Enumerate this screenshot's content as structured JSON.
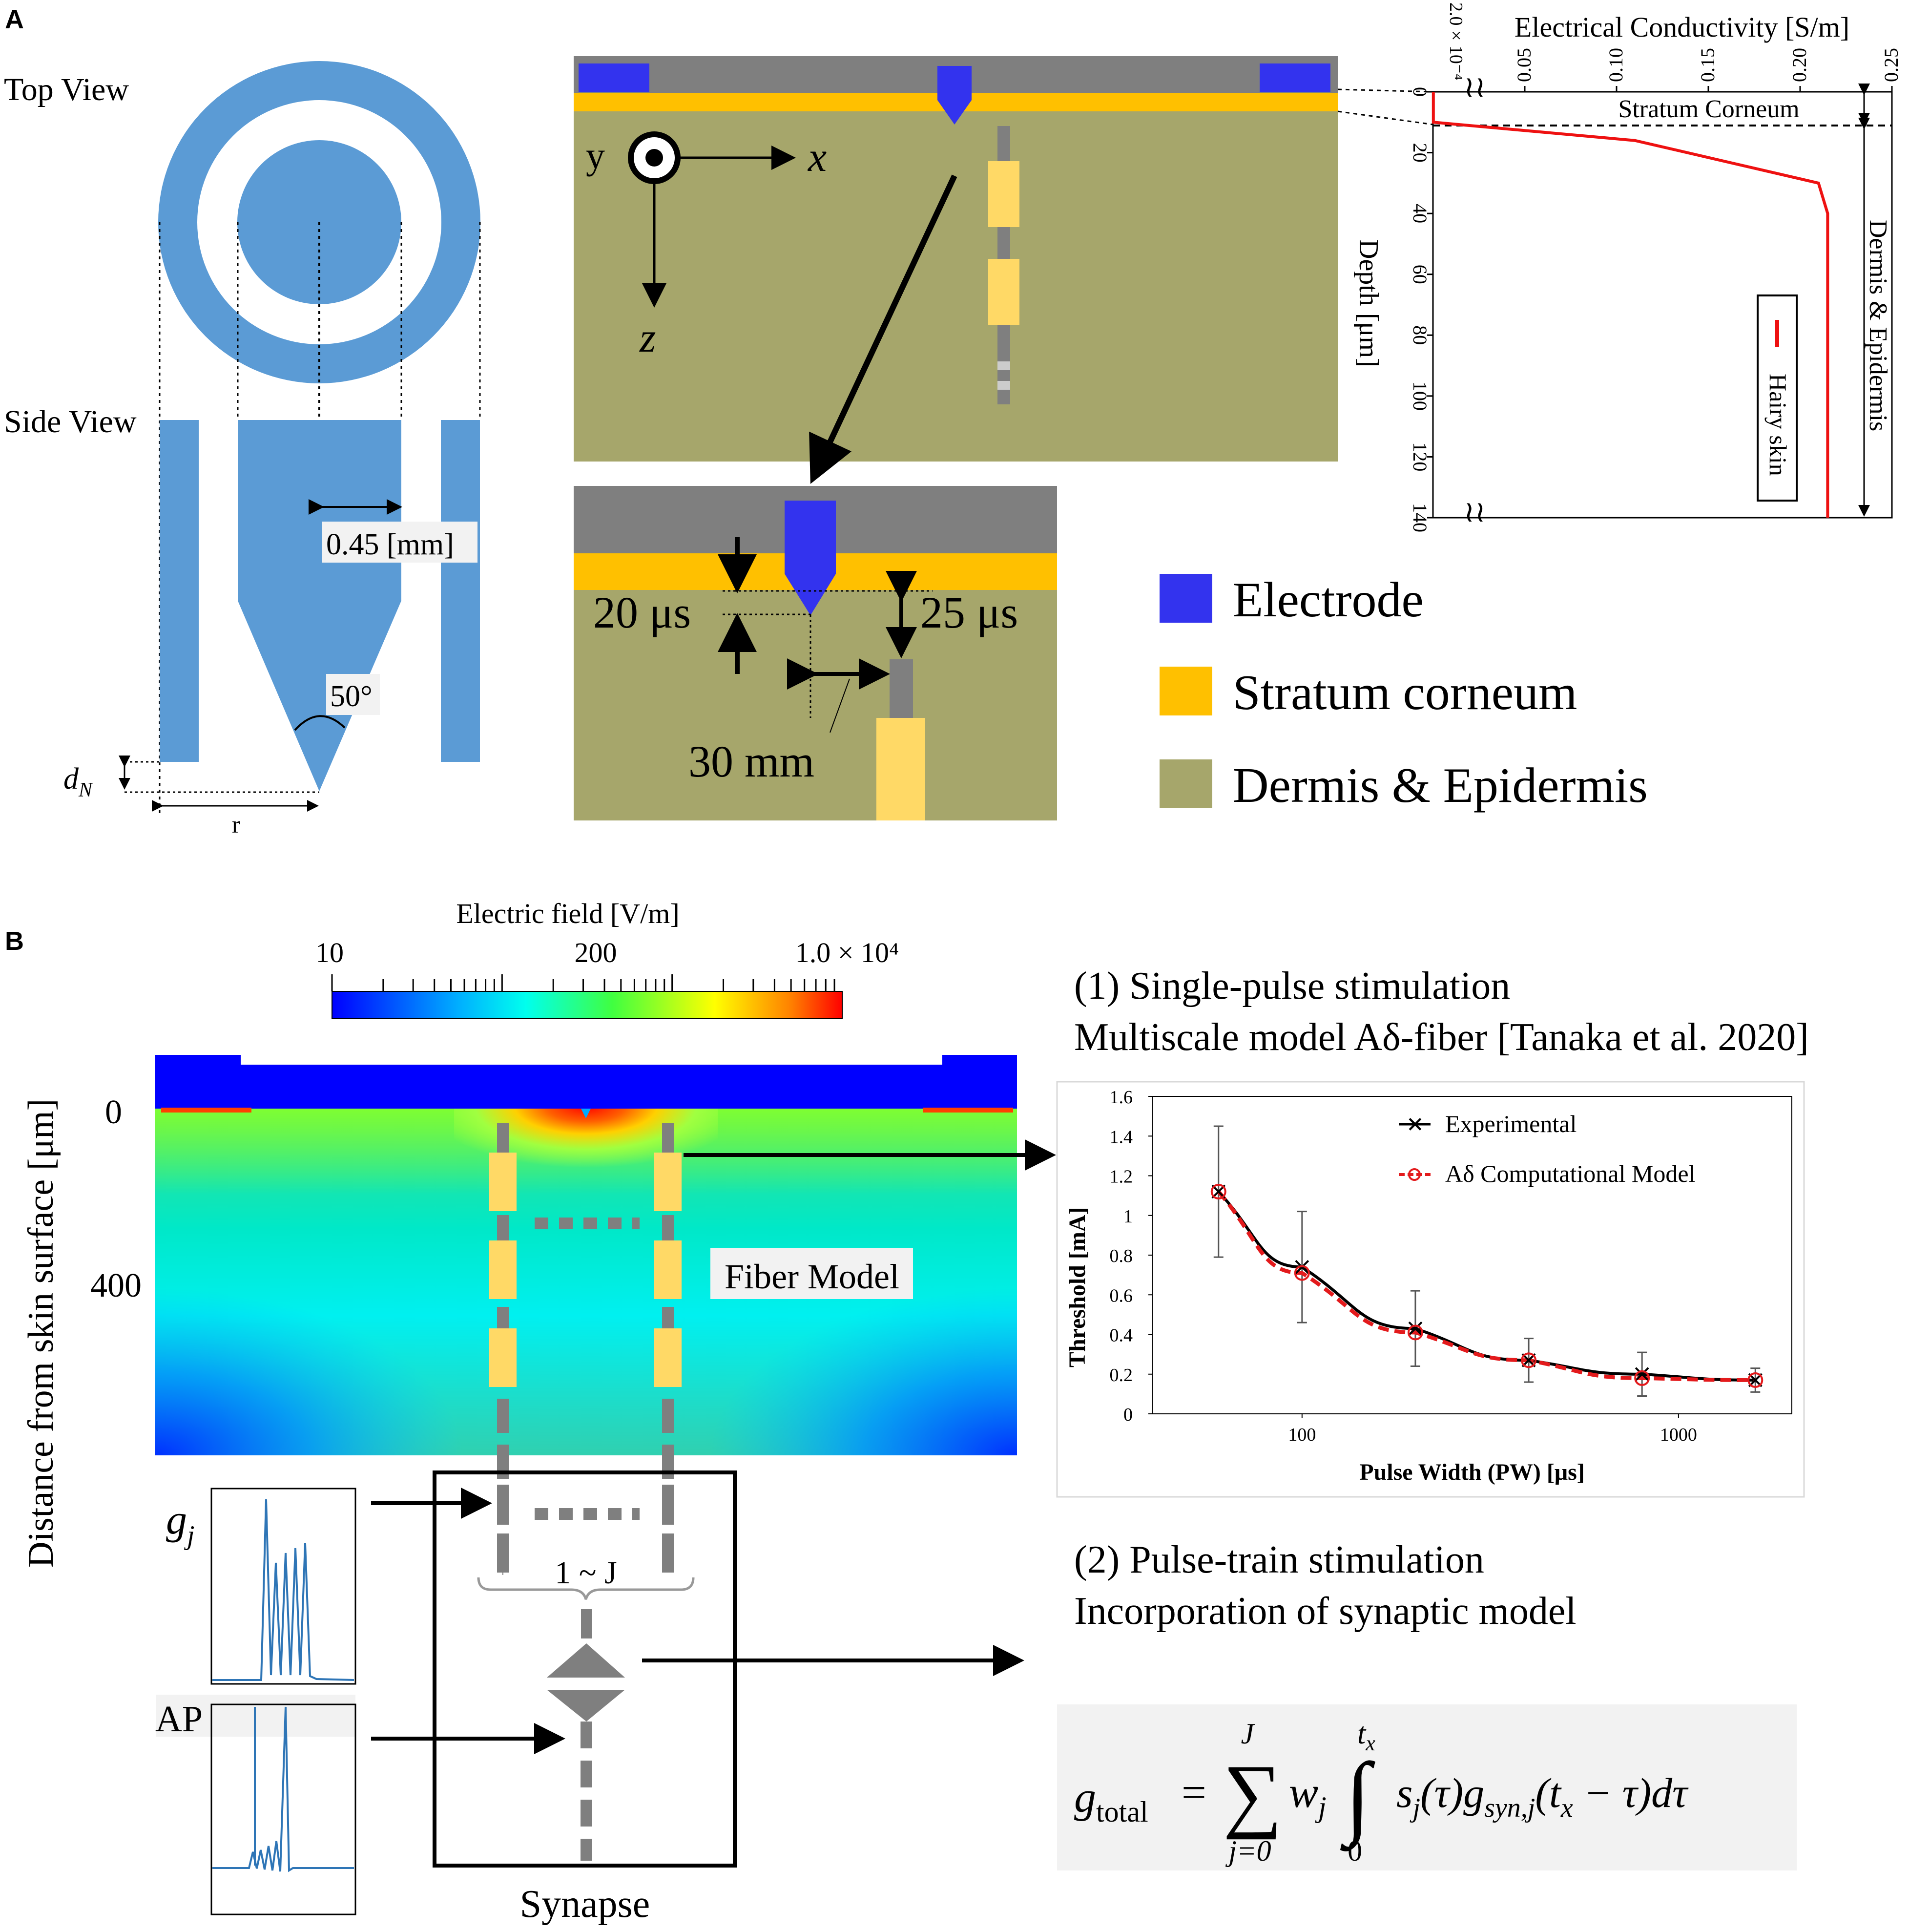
{
  "panel_a": {
    "label": "A",
    "top_view_label": "Top View",
    "side_view_label": "Side View",
    "dimension_045": "0.45 [mm]",
    "angle_label": "50°",
    "dn_label": "d",
    "dn_sub": "N",
    "r_label": "r",
    "axis_y": "y",
    "axis_x": "x",
    "axis_z": "z",
    "dim_20": "20 μs",
    "dim_25": "25 μs",
    "dim_30": "30 mm",
    "legend": [
      {
        "label": "Electrode",
        "color": "#3333ee"
      },
      {
        "label": "Stratum corneum",
        "color": "#ffc000"
      },
      {
        "label": "Dermis & Epidermis",
        "color": "#a6a66b"
      }
    ],
    "colors": {
      "electrode_blue": "#5b9bd5",
      "stratum": "#ffc000",
      "dermis": "#a6a66b",
      "gray": "#7f7f7f",
      "node_yellow": "#ffd966"
    }
  },
  "conductivity_chart": {
    "title": "Electrical Conductivity [S/m]",
    "top_tick_first": "2.0 × 10⁻⁴",
    "top_ticks": [
      "0.05",
      "0.10",
      "0.15",
      "0.20",
      "0.25"
    ],
    "depth_label": "Depth [μm]",
    "depth_ticks": [
      "0",
      "20",
      "40",
      "60",
      "80",
      "100",
      "120",
      "140"
    ],
    "stratum_label": "Stratum Corneum",
    "dermis_label": "Dermis & Epidermis",
    "legend_label": "Hairy skin"
  },
  "chart_data": [
    {
      "type": "line",
      "title": "Electrical Conductivity [S/m]",
      "ylabel": "Depth [μm]",
      "xlim": [
        0,
        0.25
      ],
      "ylim": [
        0,
        140
      ],
      "series": [
        {
          "name": "Hairy skin",
          "x": [
            0.0002,
            0.0002,
            0.0002,
            0.11,
            0.21,
            0.215,
            0.215
          ],
          "y": [
            0,
            8,
            10,
            16,
            30,
            40,
            140
          ]
        }
      ]
    },
    {
      "type": "line",
      "xlabel": "Pulse Width (PW) [μs]",
      "ylabel": "Threshold [mA]",
      "xscale": "log",
      "xlim": [
        40,
        2000
      ],
      "ylim": [
        0,
        1.6
      ],
      "yticks": [
        "0",
        "0.2",
        "0.4",
        "0.6",
        "0.8",
        "1",
        "1.2",
        "1.4",
        "1.6"
      ],
      "xticks": [
        "100",
        "1000"
      ],
      "series": [
        {
          "name": "Experimental",
          "x": [
            60,
            100,
            200,
            400,
            800,
            1600
          ],
          "y": [
            1.12,
            0.74,
            0.43,
            0.27,
            0.2,
            0.17
          ],
          "err": [
            0.33,
            0.28,
            0.19,
            0.11,
            0.11,
            0.06
          ]
        },
        {
          "name": "Aδ Computational Model",
          "x": [
            60,
            100,
            200,
            400,
            800,
            1600
          ],
          "y": [
            1.12,
            0.71,
            0.41,
            0.27,
            0.18,
            0.17
          ]
        }
      ]
    }
  ],
  "panel_b": {
    "label": "B",
    "colorbar_title": "Electric field [V/m]",
    "colorbar_ticks": [
      "10",
      "200",
      "1.0 × 10⁴"
    ],
    "yaxis_label": "Distance from skin surface [μm]",
    "y_ticks": [
      "0",
      "400"
    ],
    "fiber_model_label": "Fiber Model",
    "gj_label": "g",
    "gj_sub": "j",
    "ap_label": "AP",
    "range_label": "1 ~ J",
    "synapse_label": "Synapse",
    "single_pulse_title": "(1) Single-pulse stimulation",
    "single_pulse_sub": "Multiscale model Aδ-fiber [Tanaka et al. 2020]",
    "pulse_train_title": "(2) Pulse-train stimulation",
    "pulse_train_sub": "Incorporation of synaptic model",
    "threshold_legend": [
      "Experimental",
      "Aδ Computational Model"
    ],
    "formula": {
      "lhs": "g",
      "lhs_sub": "total",
      "eq": "=",
      "sum_top": "J",
      "sum_bottom": "j=0",
      "w": "w",
      "w_sub": "j",
      "int_top": "t",
      "int_top_sub": "x",
      "int_bottom": "0",
      "body": "s",
      "body_sub": "j",
      "body_rest": "(τ)g",
      "g_sub": "syn,j",
      "tail": "(t",
      "tail_sub": "x",
      "tail_rest": " − τ)dτ"
    }
  }
}
